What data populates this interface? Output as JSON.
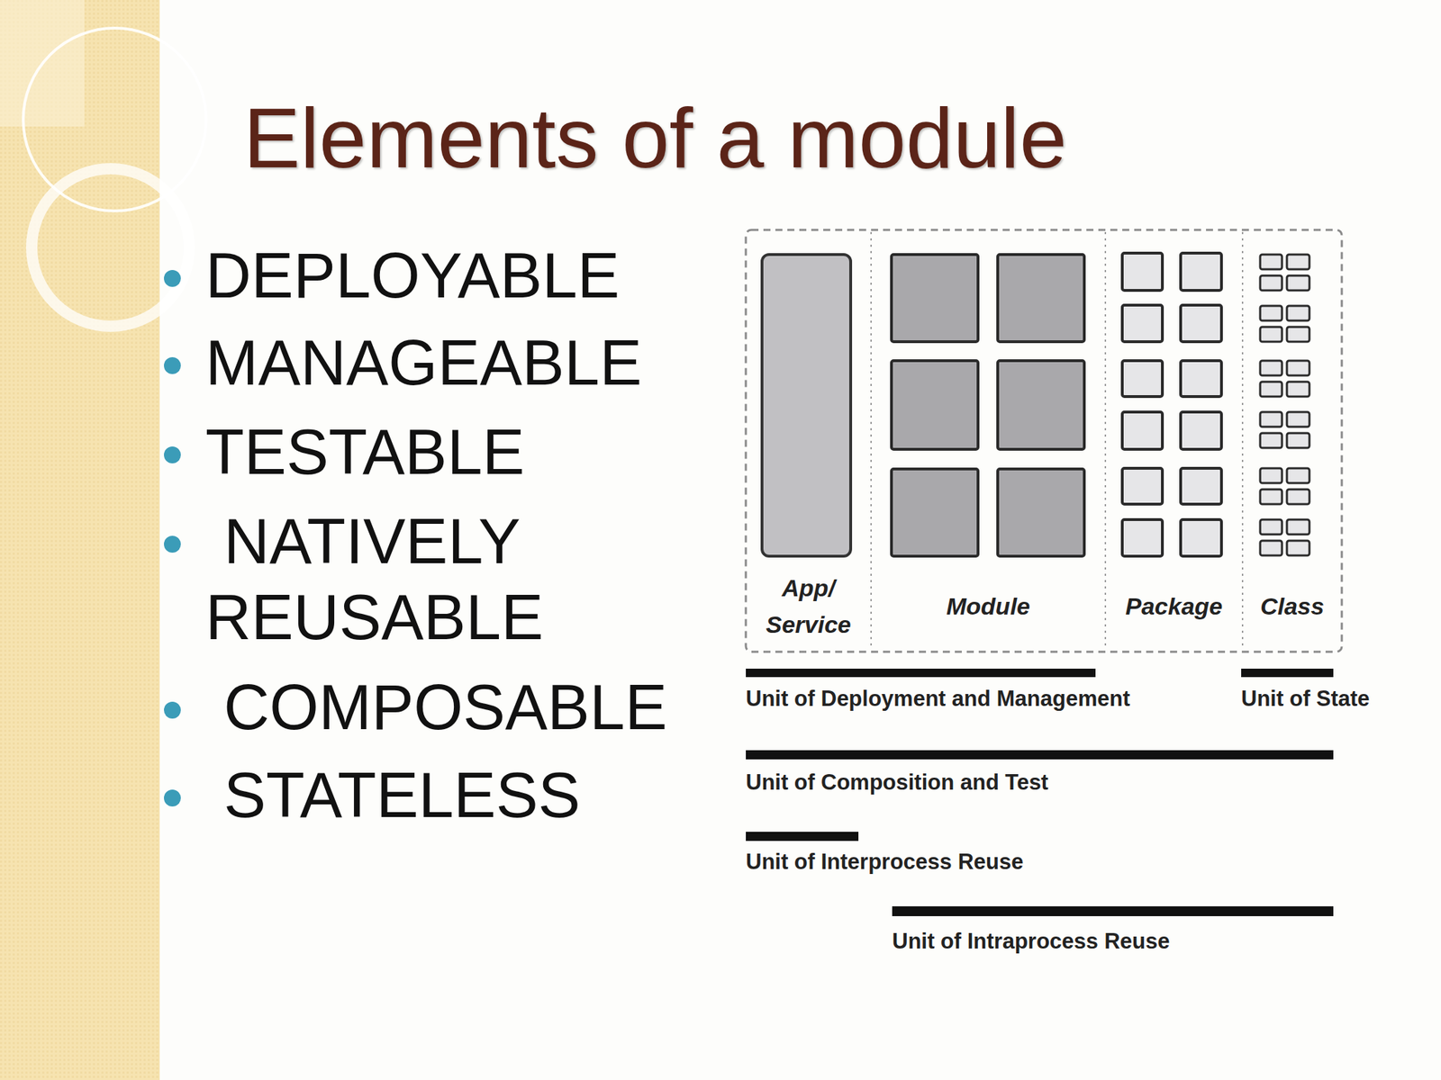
{
  "diagram": {
    "title": "Elements of a module",
    "nodes": [
      {
        "text": [
          "App/ Service"
        ]
      },
      {
        "text": [
          "Module"
        ]
      },
      {
        "text": [
          "Package"
        ]
      },
      {
        "text": [
          "Class"
        ]
      }
    ],
    "labels": [
      "DEPLOYABLE",
      "MANAGEABLE",
      "TESTABLE",
      "NATIVELY REUSABLE",
      "COMPOSABLE",
      "STATELESS",
      "Unit of Deployment and Management",
      "Unit of State",
      "Unit of Composition and Test",
      "Unit of Interprocess Reuse",
      "Unit of Intraprocess Reuse"
    ]
  }
}
